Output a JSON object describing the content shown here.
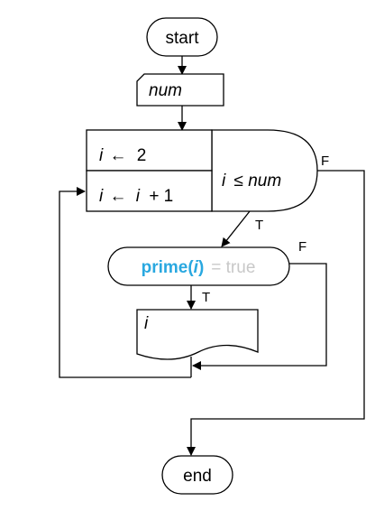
{
  "start": {
    "label": "start"
  },
  "input": {
    "var": "num"
  },
  "loop": {
    "init_var": "i",
    "init_arrow": "←",
    "init_value": "2",
    "step_var": "i",
    "step_arrow": "←",
    "step_expr_var": "i",
    "step_expr_rest": "+ 1",
    "cond_var": "i",
    "cond_rest": "≤ num",
    "false_label": "F",
    "true_label": "T"
  },
  "decision": {
    "func": "prime(",
    "arg": "i",
    "close": ")",
    "rest": "= true",
    "false_label": "F",
    "true_label": "T"
  },
  "output": {
    "var": "i"
  },
  "end": {
    "label": "end"
  },
  "colors": {
    "prime_func": "#29a8e0",
    "prime_rest": "#c8c8c8",
    "line": "#000000"
  }
}
